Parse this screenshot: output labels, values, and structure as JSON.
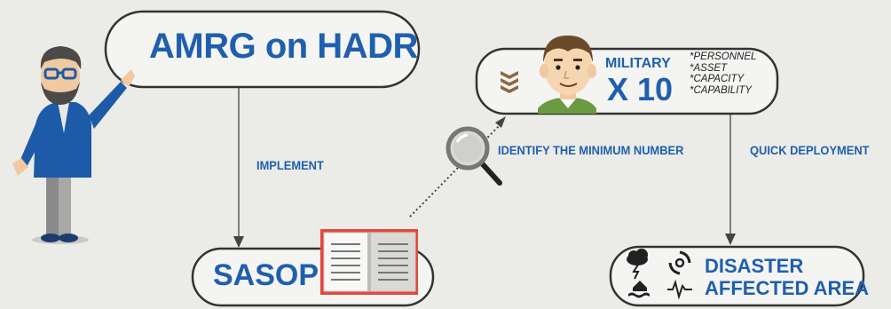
{
  "boxes": {
    "top": {
      "title": "AMRG on HADR"
    },
    "sasop": {
      "title": "SASOP"
    },
    "military": {
      "label": "MILITARY",
      "count": "X 10",
      "list": [
        "*PERSONNEL",
        "*ASSET",
        "*CAPACITY",
        "*CAPABILITY"
      ]
    },
    "disaster": {
      "line1": "DISASTER",
      "line2": "AFFECTED AREA"
    }
  },
  "connectors": {
    "implement": "IMPLEMENT",
    "identify": "IDENTIFY THE MINIMUM NUMBER",
    "quick": "QUICK DEPLOYMENT"
  },
  "colors": {
    "background": "#ebebe8",
    "accent_blue": "#1f5fad",
    "box_fill": "#f4f4f2",
    "box_stroke": "#333333",
    "book_red": "#e04a3a"
  },
  "icons": [
    "presenter-man",
    "open-book-icon",
    "magnifier-icon",
    "military-rank-icon",
    "soldier-avatar",
    "storm-icon",
    "hurricane-icon",
    "flood-icon",
    "earthquake-icon"
  ]
}
